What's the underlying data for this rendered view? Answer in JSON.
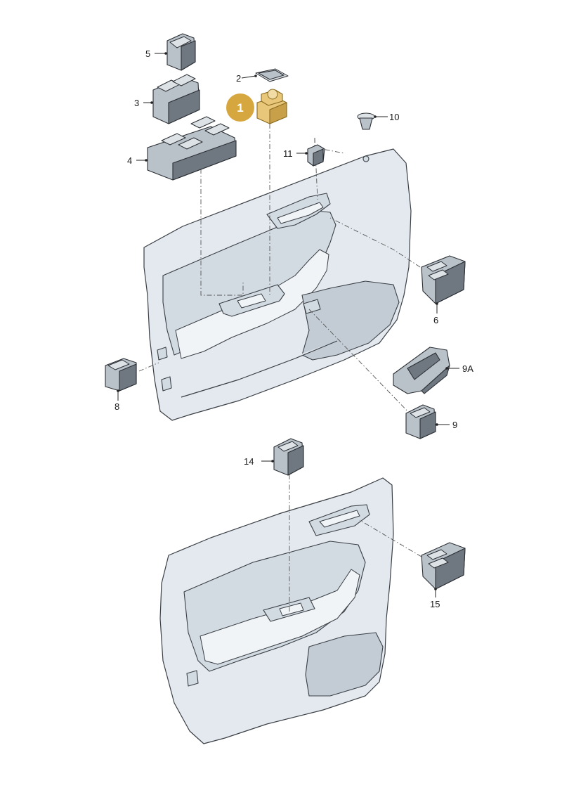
{
  "diagram": {
    "callout": {
      "label": "1",
      "color": "#d7a73f"
    },
    "part_labels": {
      "p1": "1",
      "p2": "2",
      "p3": "3",
      "p4": "4",
      "p5": "5",
      "p6": "6",
      "p8": "8",
      "p9": "9",
      "p9a": "9A",
      "p10": "10",
      "p11": "11",
      "p14": "14",
      "p15": "15"
    },
    "colors": {
      "highlight": "#e8c77a",
      "door_panel": "#e3e9ef",
      "part_body": "#b9c1c9"
    }
  }
}
